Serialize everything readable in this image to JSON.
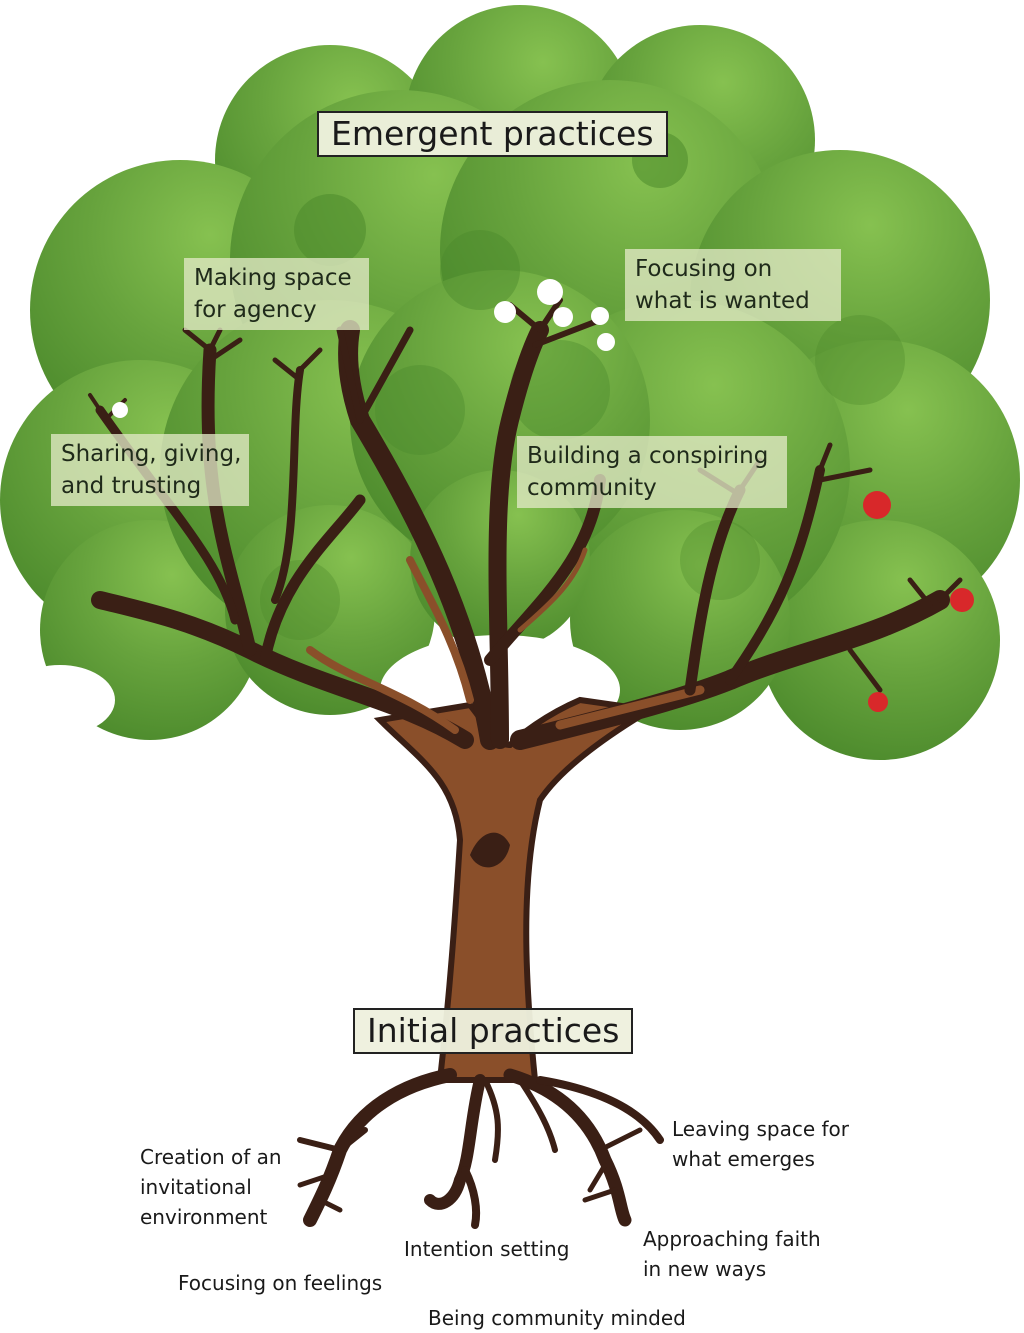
{
  "emergent_title": "Emergent practices",
  "initial_title": "Initial practices",
  "emergent_practices": [
    {
      "lines": [
        "Making space",
        "for agency"
      ]
    },
    {
      "lines": [
        "Focusing on",
        "what is wanted"
      ]
    },
    {
      "lines": [
        "Sharing, giving,",
        "and trusting"
      ]
    },
    {
      "lines": [
        "Building a conspiring",
        "community"
      ]
    }
  ],
  "initial_practices": [
    {
      "lines": [
        "Creation of an",
        "invitational",
        "environment"
      ]
    },
    {
      "lines": [
        "Leaving space for",
        "what emerges"
      ]
    },
    {
      "lines": [
        "Intention setting"
      ]
    },
    {
      "lines": [
        "Approaching faith",
        "in new ways"
      ]
    },
    {
      "lines": [
        "Focusing on feelings"
      ]
    },
    {
      "lines": [
        "Being community minded"
      ]
    }
  ],
  "colors": {
    "canopy_dark": "#4f8a2e",
    "canopy_mid": "#66a33c",
    "canopy_light": "#8cc356",
    "trunk": "#8a4f2a",
    "bark_dark": "#3a1f15",
    "apple": "#d8282a",
    "blossom": "#ffffff"
  }
}
